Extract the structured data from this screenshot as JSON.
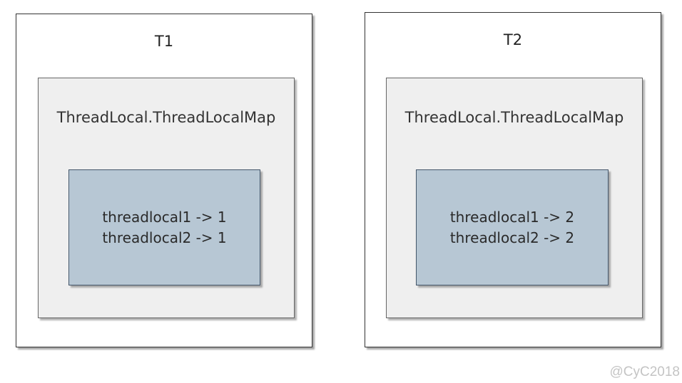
{
  "threads": [
    {
      "title": "T1",
      "map_label": "ThreadLocal.ThreadLocalMap",
      "entries": [
        "threadlocal1 -> 1",
        "threadlocal2 -> 1"
      ]
    },
    {
      "title": "T2",
      "map_label": "ThreadLocal.ThreadLocalMap",
      "entries": [
        "threadlocal1 -> 2",
        "threadlocal2 -> 2"
      ]
    }
  ],
  "watermark": "@CyC2018",
  "colors": {
    "thread_fill": "#ffffff",
    "map_fill": "#efefef",
    "entry_fill": "#b7c7d4",
    "entry_border": "#44566a"
  }
}
